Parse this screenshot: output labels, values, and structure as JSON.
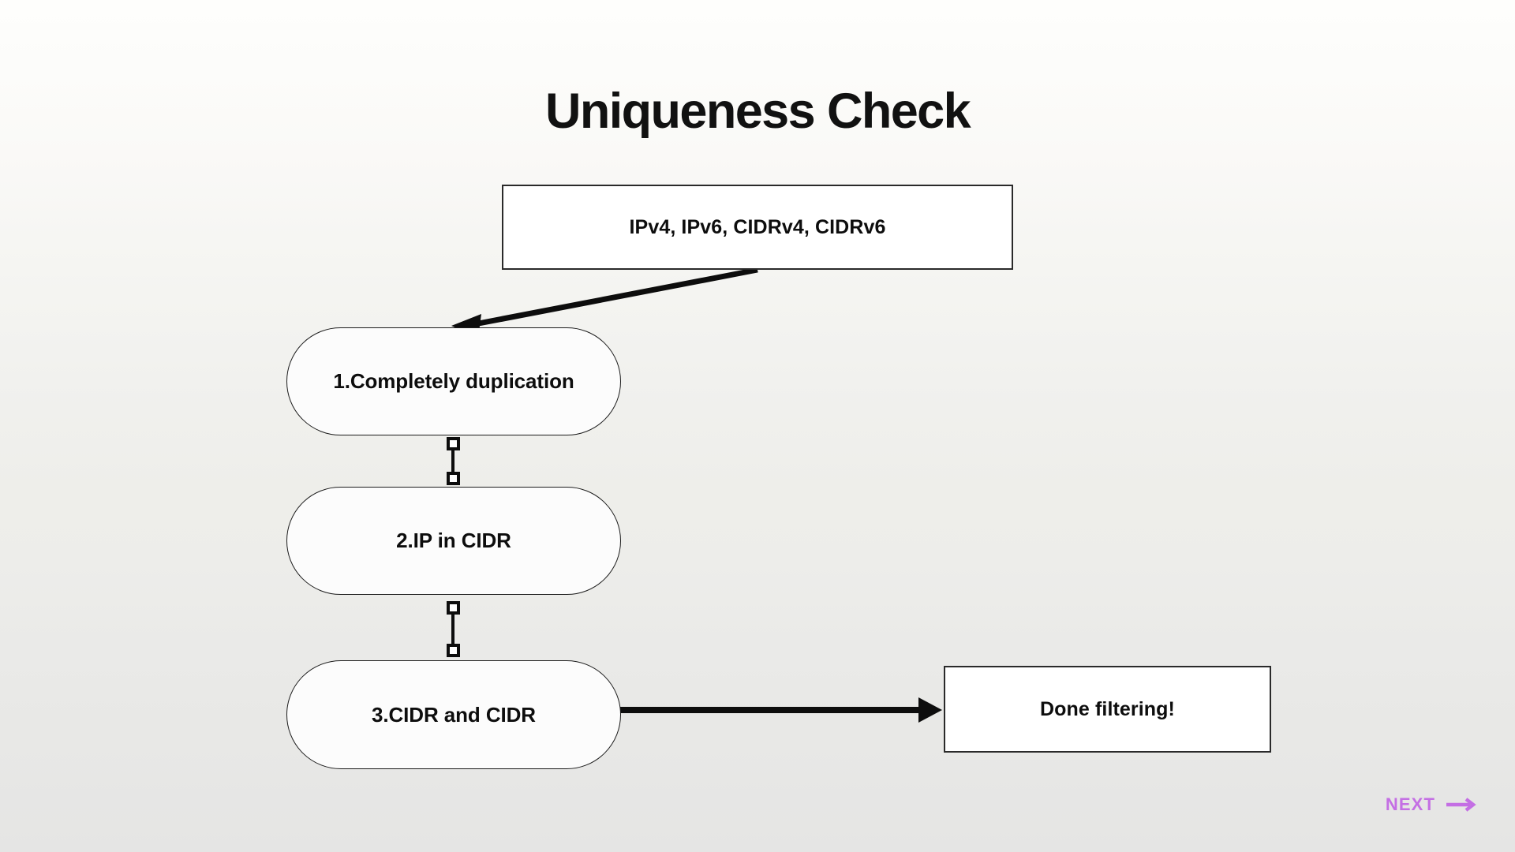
{
  "slide": {
    "title": "Uniqueness Check"
  },
  "diagram": {
    "type": "flowchart",
    "input_node": {
      "label": "IPv4, IPv6, CIDRv4, CIDRv6",
      "shape": "rectangle"
    },
    "steps": [
      {
        "label": "1.Completely duplication",
        "shape": "pill"
      },
      {
        "label": "2.IP in CIDR",
        "shape": "pill"
      },
      {
        "label": "3.CIDR and CIDR",
        "shape": "pill"
      }
    ],
    "output_node": {
      "label": "Done filtering!",
      "shape": "rectangle"
    },
    "connectors": [
      {
        "name": "input-to-step-1",
        "style": "arrow-diagonal"
      },
      {
        "name": "step-1-to-step-2",
        "style": "line-with-handles"
      },
      {
        "name": "step-2-to-step-3",
        "style": "line-with-handles"
      },
      {
        "name": "step-3-to-done",
        "style": "arrow-horizontal"
      }
    ]
  },
  "footer": {
    "next_label": "NEXT",
    "next_icon": "arrow-right-icon"
  },
  "colors": {
    "accent": "#c46fe4",
    "stroke": "#111111",
    "text": "#0d0d0d",
    "node_fill": "#ffffff",
    "background_top": "#fefefc",
    "background_bottom": "#e5e5e4"
  }
}
